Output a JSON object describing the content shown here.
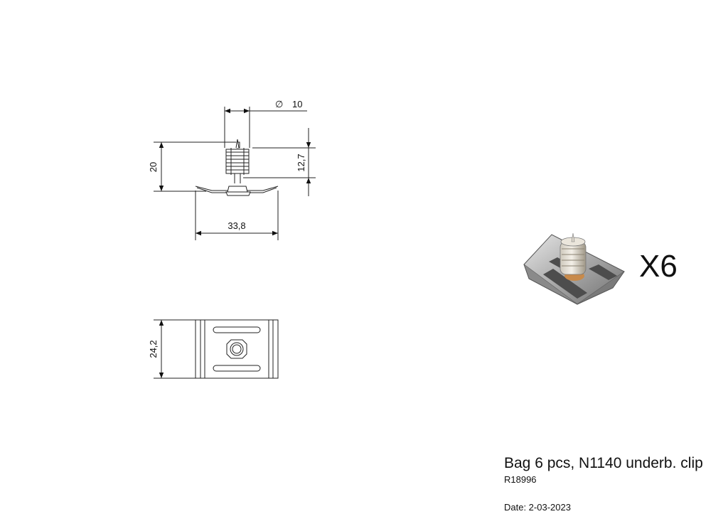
{
  "dimensions": {
    "diameter_symbol": "∅",
    "diameter": "10",
    "height_total": "20",
    "height_pin": "12,7",
    "width": "33,8",
    "depth": "24,2"
  },
  "quantity_label": "X6",
  "product": {
    "title": "Bag 6 pcs, N1140 underb. clip",
    "code": "R18996",
    "date": "Date: 2-03-2023"
  }
}
